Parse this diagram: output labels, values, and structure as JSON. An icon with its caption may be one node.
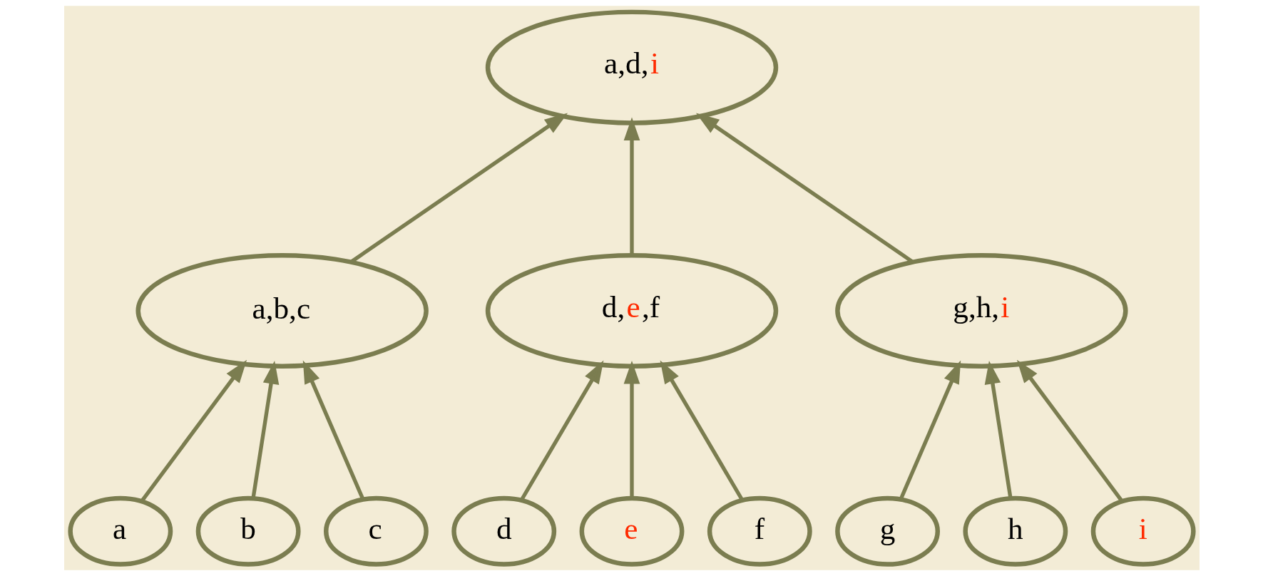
{
  "diagram": {
    "nodes": [
      {
        "text": [
          "a,d,i"
        ]
      },
      {
        "text": [
          "a,b,c"
        ]
      },
      {
        "text": [
          "d,e,f"
        ]
      },
      {
        "text": [
          "g,h,i"
        ]
      },
      {
        "text": [
          "a"
        ]
      },
      {
        "text": [
          "b"
        ]
      },
      {
        "text": [
          "c"
        ]
      },
      {
        "text": [
          "d"
        ]
      },
      {
        "text": [
          "e"
        ]
      },
      {
        "text": [
          "f"
        ]
      },
      {
        "text": [
          "g"
        ]
      },
      {
        "text": [
          "h"
        ]
      },
      {
        "text": [
          "i"
        ]
      }
    ],
    "edges": [
      {
        "from": 1,
        "to": 0,
        "arrow": "to"
      },
      {
        "from": 2,
        "to": 0,
        "arrow": "to"
      },
      {
        "from": 3,
        "to": 0,
        "arrow": "to"
      },
      {
        "from": 4,
        "to": 1,
        "arrow": "to"
      },
      {
        "from": 5,
        "to": 1,
        "arrow": "to"
      },
      {
        "from": 6,
        "to": 1,
        "arrow": "to"
      },
      {
        "from": 7,
        "to": 2,
        "arrow": "to"
      },
      {
        "from": 8,
        "to": 2,
        "arrow": "to"
      },
      {
        "from": 9,
        "to": 2,
        "arrow": "to"
      },
      {
        "from": 10,
        "to": 3,
        "arrow": "to"
      },
      {
        "from": 11,
        "to": 3,
        "arrow": "to"
      },
      {
        "from": 12,
        "to": 3,
        "arrow": "to"
      }
    ]
  }
}
